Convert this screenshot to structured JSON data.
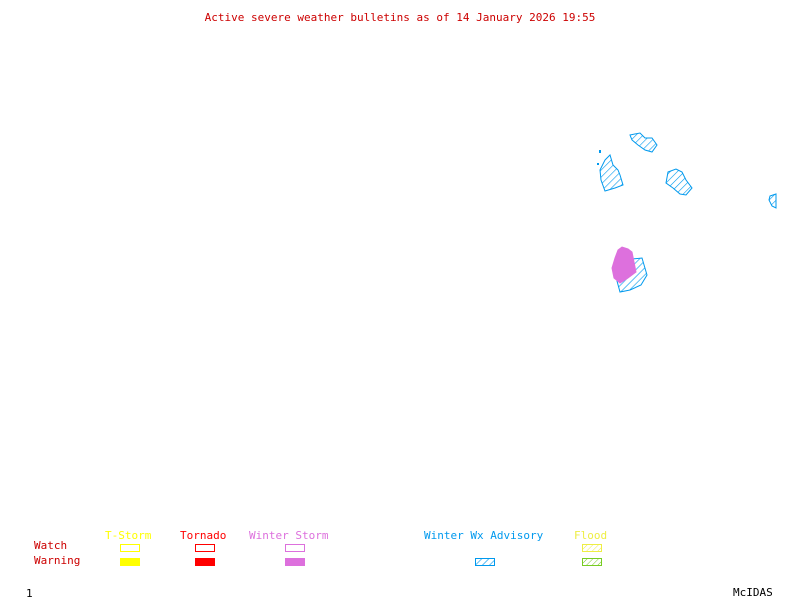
{
  "title": "Active severe weather bulletins as of 14 January 2026 19:55",
  "colors": {
    "title": "#cc0000",
    "tstorm": "#ffff00",
    "tornado": "#ff0000",
    "winter_storm": "#dd70dd",
    "winter_wx_advisory": "#0099ee",
    "flood_watch": "#eeee44",
    "flood_warning": "#77cc22",
    "row_label": "#cc0000",
    "footer": "#000000"
  },
  "legend": {
    "row_labels": {
      "watch": "Watch",
      "warning": "Warning"
    },
    "columns": [
      {
        "key": "tstorm",
        "label": "T-Storm",
        "watch": "outline",
        "warning": "filled"
      },
      {
        "key": "tornado",
        "label": "Tornado",
        "watch": "outline",
        "warning": "filled"
      },
      {
        "key": "winter_storm",
        "label": "Winter Storm",
        "watch": "outline",
        "warning": "filled"
      },
      {
        "key": "winter_wx_advisory",
        "label": "Winter Wx Advisory",
        "watch": "none",
        "warning": "hatched"
      },
      {
        "key": "flood",
        "label": "Flood",
        "watch": "hatched",
        "warning": "hatched"
      }
    ]
  },
  "map_areas": [
    {
      "type": "winter_wx_advisory",
      "region": "northeast-cluster-a"
    },
    {
      "type": "winter_wx_advisory",
      "region": "northeast-cluster-b"
    },
    {
      "type": "winter_wx_advisory",
      "region": "northeast-cluster-c"
    },
    {
      "type": "winter_wx_advisory",
      "region": "east-edge"
    },
    {
      "type": "winter_storm_warning",
      "region": "central-east"
    },
    {
      "type": "winter_wx_advisory",
      "region": "central-east-adjacent"
    }
  ],
  "footer": {
    "frame_number": "1",
    "software": "McIDAS"
  }
}
